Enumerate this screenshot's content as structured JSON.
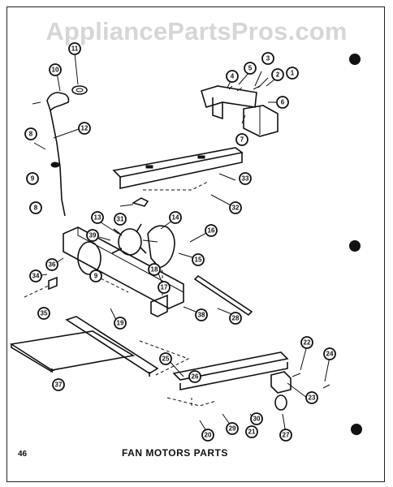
{
  "watermark": "AppliancePartsPros.com",
  "page_number": "46",
  "caption": "FAN MOTORS PARTS",
  "callouts": {
    "c1": "1",
    "c2": "2",
    "c3": "3",
    "c4": "4",
    "c5": "5",
    "c6": "6",
    "c7": "7",
    "c8a": "8",
    "c8b": "8",
    "c9a": "9",
    "c9b": "9",
    "c10": "10",
    "c11": "11",
    "c12": "12",
    "c13": "13",
    "c14": "14",
    "c15": "15",
    "c16": "16",
    "c17": "17",
    "c18": "18",
    "c19": "19",
    "c20": "20",
    "c21": "21",
    "c22": "22",
    "c23": "23",
    "c24": "24",
    "c25": "25",
    "c26": "26",
    "c27": "27",
    "c28": "28",
    "c29": "29",
    "c30": "30",
    "c31": "31",
    "c32": "32",
    "c33": "33",
    "c34": "34",
    "c35": "35",
    "c36": "36",
    "c37": "37",
    "c38": "38",
    "c39": "39"
  }
}
